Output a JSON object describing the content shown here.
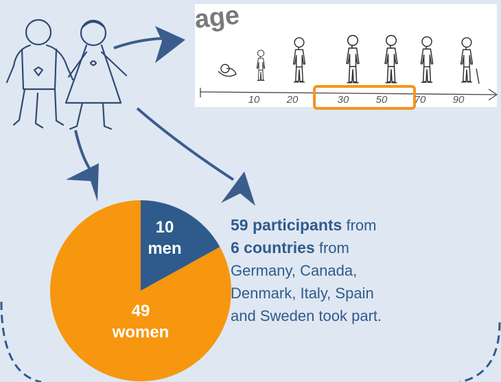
{
  "age_scale": {
    "heading": "age",
    "ticks": [
      "10",
      "20",
      "30",
      "50",
      "70",
      "90"
    ],
    "highlight_color": "#f5941f"
  },
  "chart_data": {
    "type": "pie",
    "slices": [
      {
        "count": "10",
        "label": "men",
        "value": 10,
        "color": "#2f5b8c"
      },
      {
        "count": "49",
        "label": "women",
        "value": 49,
        "color": "#f7960f"
      }
    ]
  },
  "info": {
    "participants_count": "59 participants",
    "from_1": "from",
    "countries_count": "6 countries",
    "from_2": "from",
    "line_3": "Germany, Canada,",
    "line_4": "Denmark, Italy, Spain",
    "line_5": "and Sweden took part."
  },
  "colors": {
    "background": "#dfe7f2",
    "arrow": "#3a5d8c",
    "text_blue": "#2f5b8c"
  }
}
